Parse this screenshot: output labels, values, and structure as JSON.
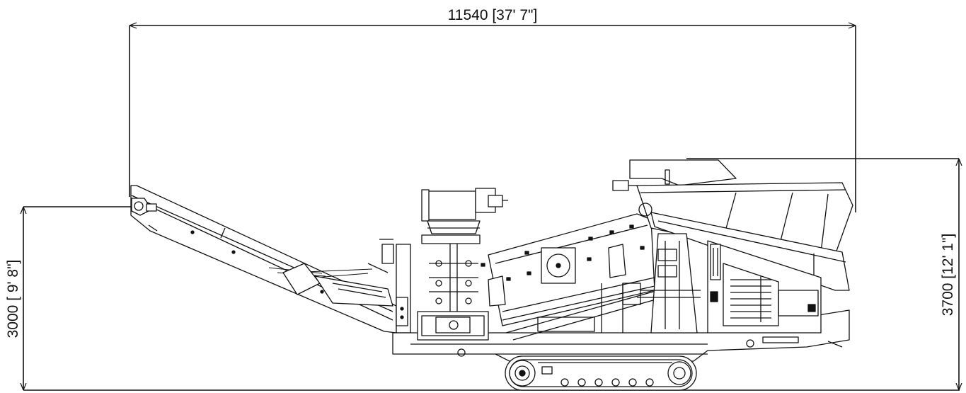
{
  "dimensions": {
    "overall_length": "11540 [37' 7\"]",
    "conveyor_height": "3000 [ 9' 8\"]",
    "overall_height": "3700 [12' 1\"]"
  },
  "colors": {
    "line": "#111111",
    "background": "#ffffff"
  }
}
